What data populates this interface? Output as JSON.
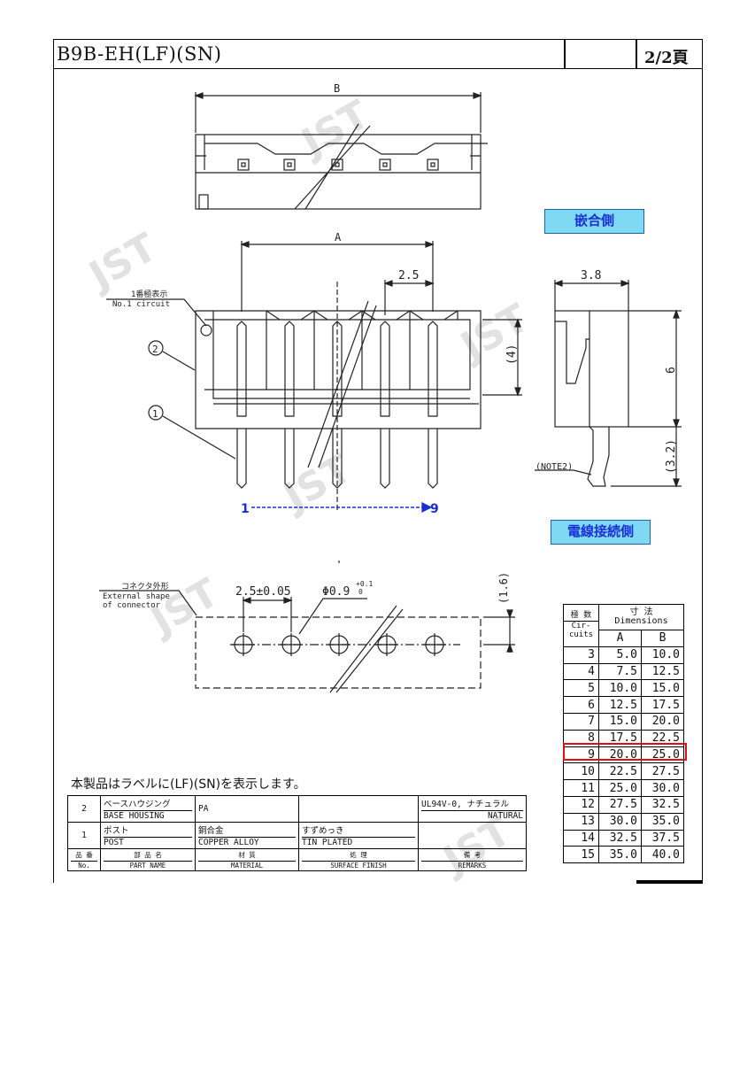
{
  "header": {
    "title": "B9B-EH(LF)(SN)",
    "page_label": "2/2頁"
  },
  "watermark": "JST",
  "labels": {
    "mating_side": "嵌合側",
    "wire_side": "電線接続側",
    "no1_jp": "1番極表示",
    "no1_en": "No.1 circuit",
    "ext_jp": "コネクタ外形",
    "ext_en1": "External shape",
    "ext_en2": "of connector",
    "note2": "(NOTE2)",
    "pin_start": "1",
    "pin_end": "9",
    "callout_1": "1",
    "callout_2": "2"
  },
  "dims": {
    "B": "B",
    "A": "A",
    "pitch": "2.5",
    "depth4": "(4)",
    "width38": "3.8",
    "height6": "6",
    "pin32": "(3.2)",
    "pitch_tol": "2.5±0.05",
    "hole_dia": "Φ0.9",
    "hole_tol_up": "+0.1",
    "hole_tol_dn": "0",
    "edge16": "(1.6)"
  },
  "dim_table": {
    "hdr_circuits_jp": "極 数",
    "hdr_circuits_en": "Cir-cuits",
    "hdr_dims_jp": "寸 法",
    "hdr_dims_en": "Dimensions",
    "col_a": "A",
    "col_b": "B",
    "rows": [
      {
        "n": "3",
        "a": "5.0",
        "b": "10.0"
      },
      {
        "n": "4",
        "a": "7.5",
        "b": "12.5"
      },
      {
        "n": "5",
        "a": "10.0",
        "b": "15.0"
      },
      {
        "n": "6",
        "a": "12.5",
        "b": "17.5"
      },
      {
        "n": "7",
        "a": "15.0",
        "b": "20.0"
      },
      {
        "n": "8",
        "a": "17.5",
        "b": "22.5"
      },
      {
        "n": "9",
        "a": "20.0",
        "b": "25.0"
      },
      {
        "n": "10",
        "a": "22.5",
        "b": "27.5"
      },
      {
        "n": "11",
        "a": "25.0",
        "b": "30.0"
      },
      {
        "n": "12",
        "a": "27.5",
        "b": "32.5"
      },
      {
        "n": "13",
        "a": "30.0",
        "b": "35.0"
      },
      {
        "n": "14",
        "a": "32.5",
        "b": "37.5"
      },
      {
        "n": "15",
        "a": "35.0",
        "b": "40.0"
      }
    ]
  },
  "note": "本製品はラベルに(LF)(SN)を表示します。",
  "parts": {
    "rows": [
      {
        "no": "2",
        "name_jp": "ベースハウジング",
        "name_en": "BASE HOUSING",
        "material": "PA",
        "finish": "",
        "remark": "UL94V-0,",
        "remark_jp": "ナチュラル",
        "remark_en": "NATURAL"
      },
      {
        "no": "1",
        "name_jp": "ポスト",
        "name_en": "POST",
        "material_jp": "銅合金",
        "material": "COPPER ALLOY",
        "finish_jp": "すずめっき",
        "finish": "TIN PLATED",
        "remark": ""
      }
    ],
    "hdr_no_jp": "品 番",
    "hdr_no_en": "No.",
    "hdr_name_jp": "部 品 名",
    "hdr_name_en": "PART NAME",
    "hdr_mat_jp": "材 質",
    "hdr_mat_en": "MATERIAL",
    "hdr_fin_jp": "処 理",
    "hdr_fin_en": "SURFACE FINISH",
    "hdr_rem_jp": "備 考",
    "hdr_rem_en": "REMARKS"
  }
}
